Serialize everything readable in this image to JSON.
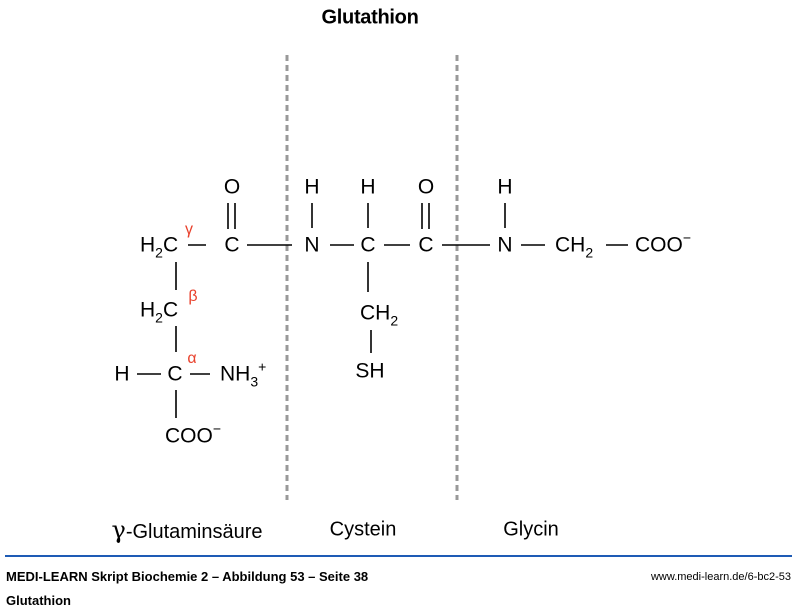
{
  "title": "Glutathion",
  "atoms": {
    "gamma_ch2": {
      "a": "H",
      "sub": "2",
      "b": "C"
    },
    "gamma": "γ",
    "carbonyl1_c": "C",
    "carbonyl1_o": "O",
    "n1": "N",
    "n1_h": "H",
    "cys_ca": "C",
    "cys_ca_h": "H",
    "carbonyl2_c": "C",
    "carbonyl2_o": "O",
    "n2": "N",
    "n2_h": "H",
    "gly_ch2": {
      "a": "CH",
      "sub": "2"
    },
    "gly_coo": {
      "a": "COO",
      "sup": "−"
    },
    "beta_ch2": {
      "a": "H",
      "sub": "2",
      "b": "C"
    },
    "beta": "β",
    "alpha_h": "H",
    "alpha_c": "C",
    "alpha": "α",
    "nh3": {
      "a": "NH",
      "sub": "3",
      "sup": "+"
    },
    "glu_coo": {
      "a": "COO",
      "sup": "−"
    },
    "cys_ch2": {
      "a": "CH",
      "sub": "2"
    },
    "cys_sh": "SH"
  },
  "labels": {
    "glu_symbol": "γ",
    "glu_text": "-Glutaminsäure",
    "cys": "Cystein",
    "gly": "Glycin"
  },
  "footer": {
    "main": "MEDI-LEARN Skript Biochemie 2 – Abbildung 53 – Seite 38",
    "url": "www.medi-learn.de/6-bc2-53",
    "sub": "Glutathion"
  },
  "colors": {
    "greek": "#e8412c",
    "rule": "#1e5bb5",
    "divider": "#999999"
  }
}
